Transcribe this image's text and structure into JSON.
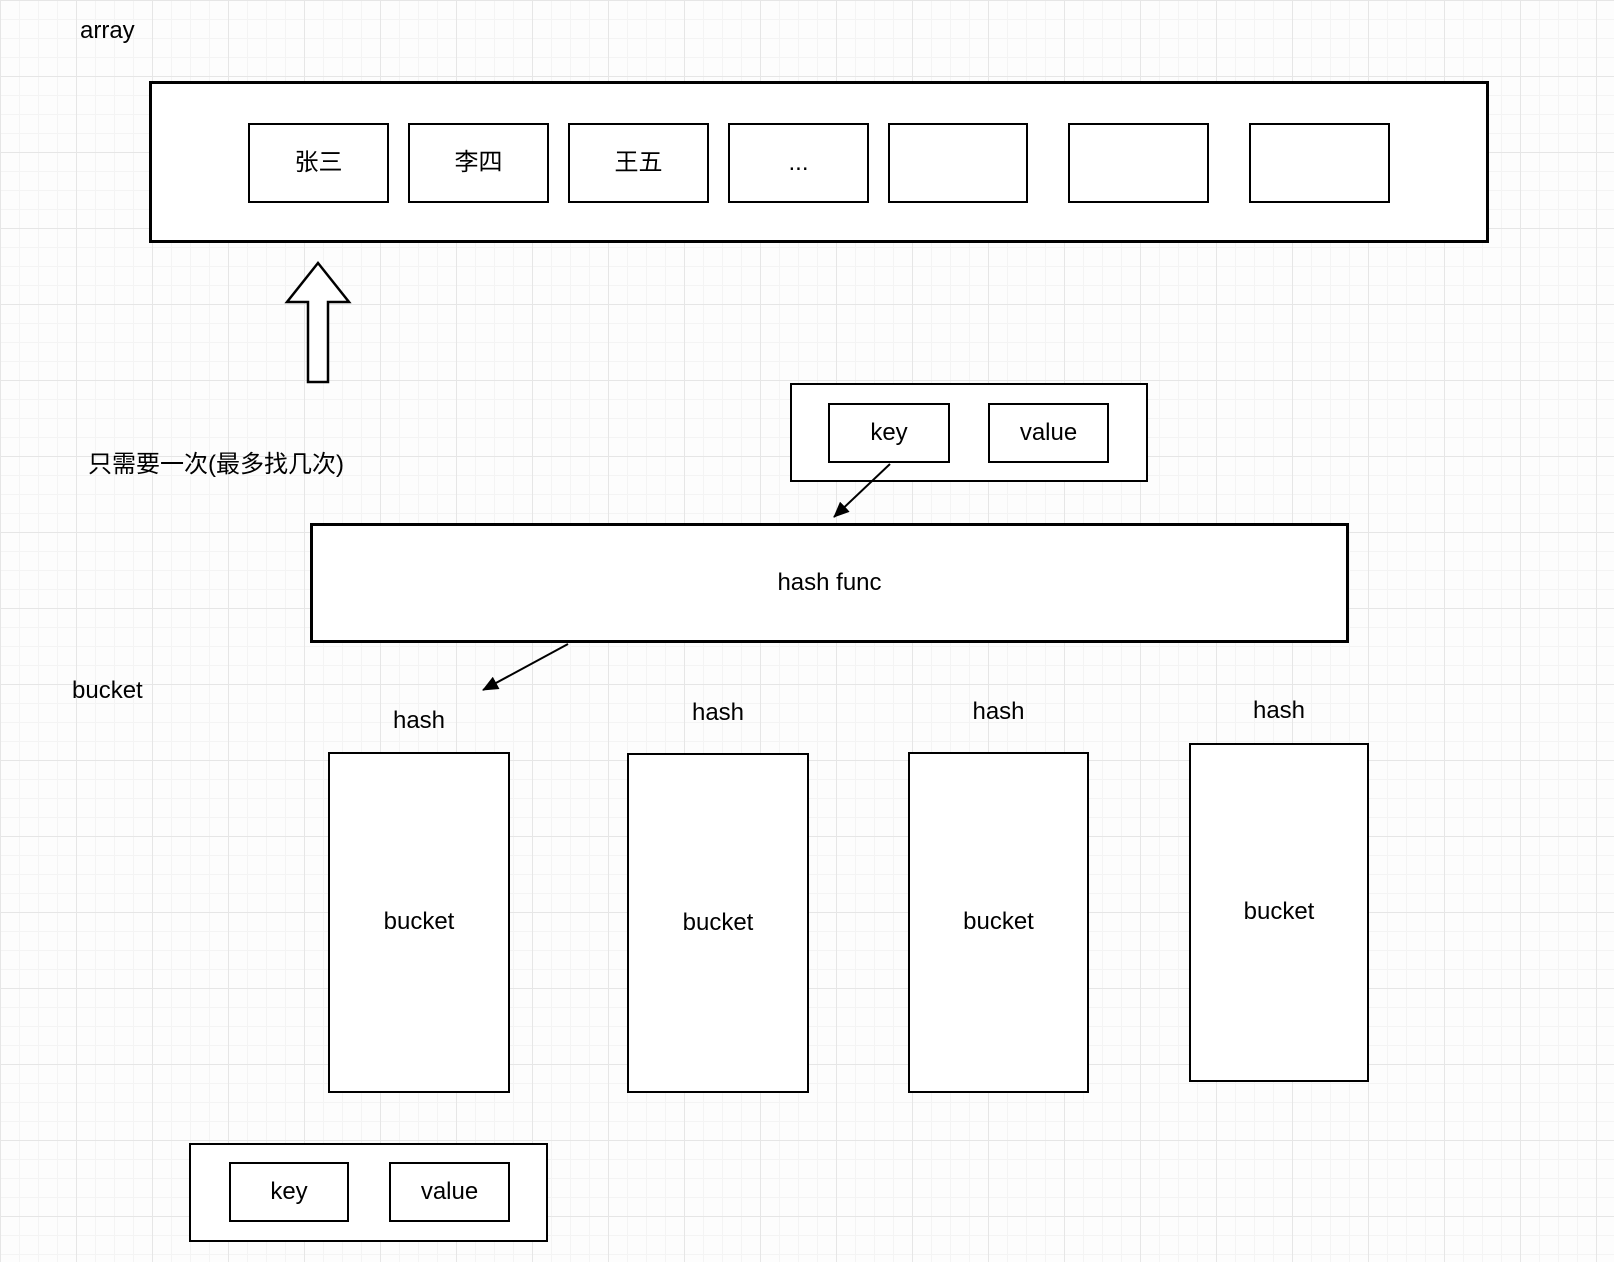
{
  "colors": {
    "stroke": "#000000",
    "shape_fill": "#ffffff",
    "text": "#000000",
    "grid_minor": "#f4f4f4",
    "grid_major": "#e6e6e6",
    "background": "#fdfdfd"
  },
  "labels": {
    "array": "array",
    "bucket": "bucket",
    "note": "只需要一次(最多找几次)"
  },
  "array": {
    "cells": [
      "张三",
      "李四",
      "王五",
      "...",
      "",
      "",
      ""
    ]
  },
  "kv_top": {
    "key": "key",
    "value": "value"
  },
  "hash_func": {
    "label": "hash func"
  },
  "buckets": [
    {
      "hash": "hash",
      "label": "bucket"
    },
    {
      "hash": "hash",
      "label": "bucket"
    },
    {
      "hash": "hash",
      "label": "bucket"
    },
    {
      "hash": "hash",
      "label": "bucket"
    }
  ],
  "kv_bottom": {
    "key": "key",
    "value": "value"
  }
}
